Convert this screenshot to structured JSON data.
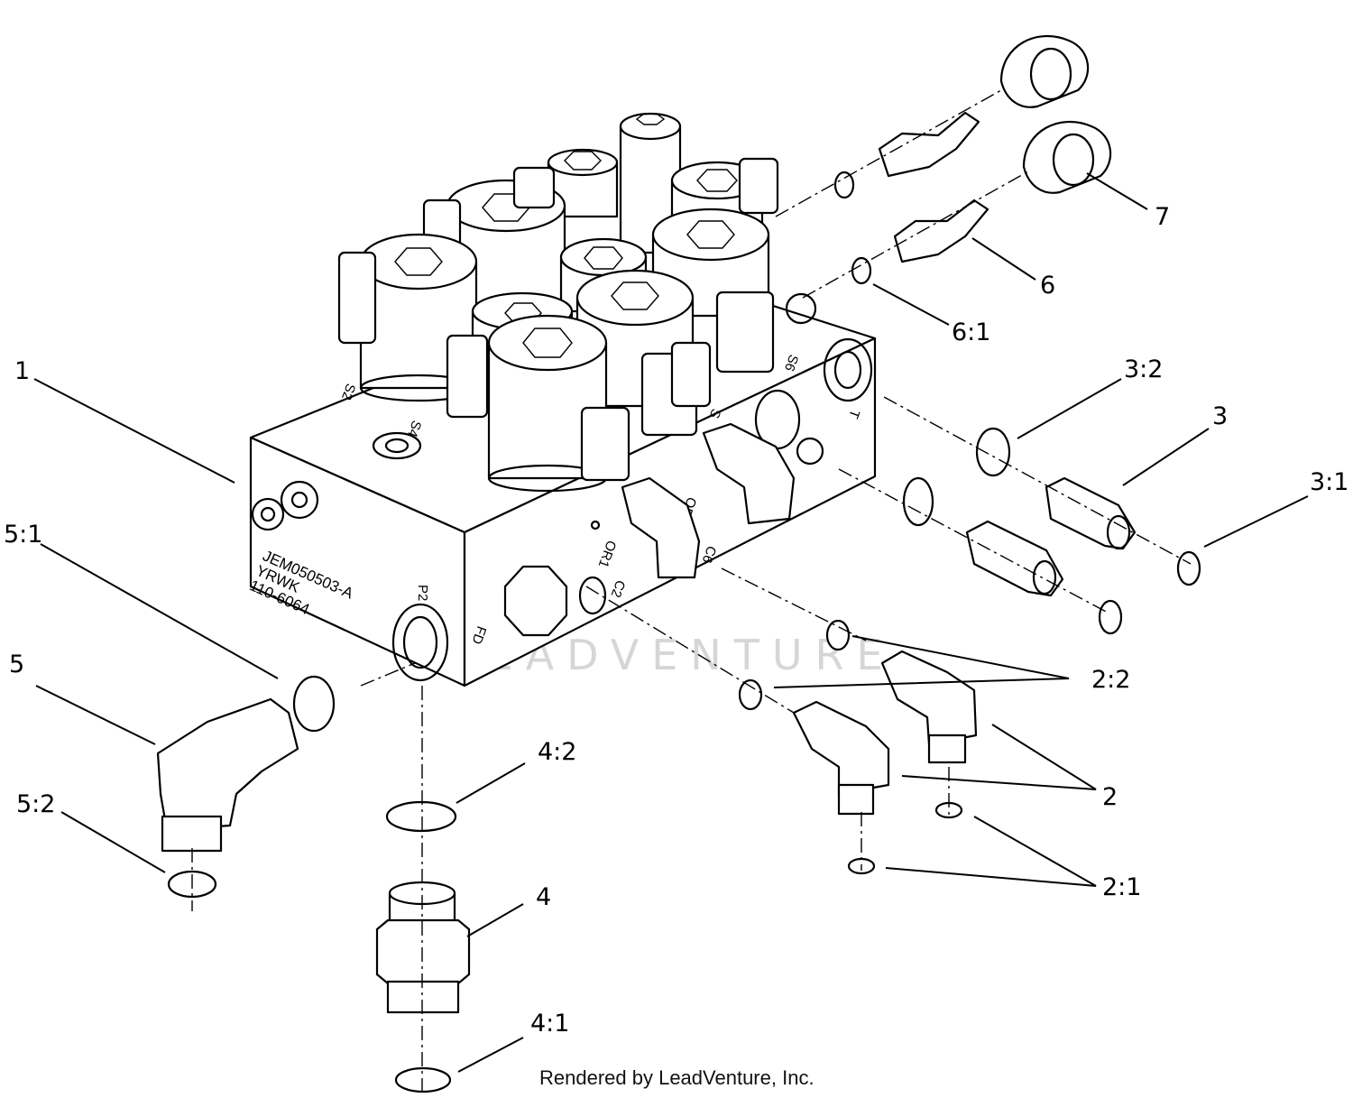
{
  "callouts": [
    {
      "label": "1"
    },
    {
      "label": "2"
    },
    {
      "label": "2:1"
    },
    {
      "label": "2:2"
    },
    {
      "label": "3"
    },
    {
      "label": "3:1"
    },
    {
      "label": "3:2"
    },
    {
      "label": "4"
    },
    {
      "label": "4:1"
    },
    {
      "label": "4:2"
    },
    {
      "label": "5"
    },
    {
      "label": "5:1"
    },
    {
      "label": "5:2"
    },
    {
      "label": "6"
    },
    {
      "label": "6:1"
    },
    {
      "label": "7"
    }
  ],
  "stamp": {
    "line1": "JEM050503-A",
    "line2": "YRWK",
    "line3": "110-6064"
  },
  "ports": {
    "p2": "P2",
    "fd": "FD",
    "c2": "C2",
    "c6": "C6",
    "or1": "OR1",
    "or2": "OR2",
    "t": "T",
    "s2": "S2",
    "s4": "S4",
    "s6": "S6",
    "s": "S"
  },
  "watermark": "LEADVENTURE",
  "credit": "Rendered by LeadVenture, Inc."
}
